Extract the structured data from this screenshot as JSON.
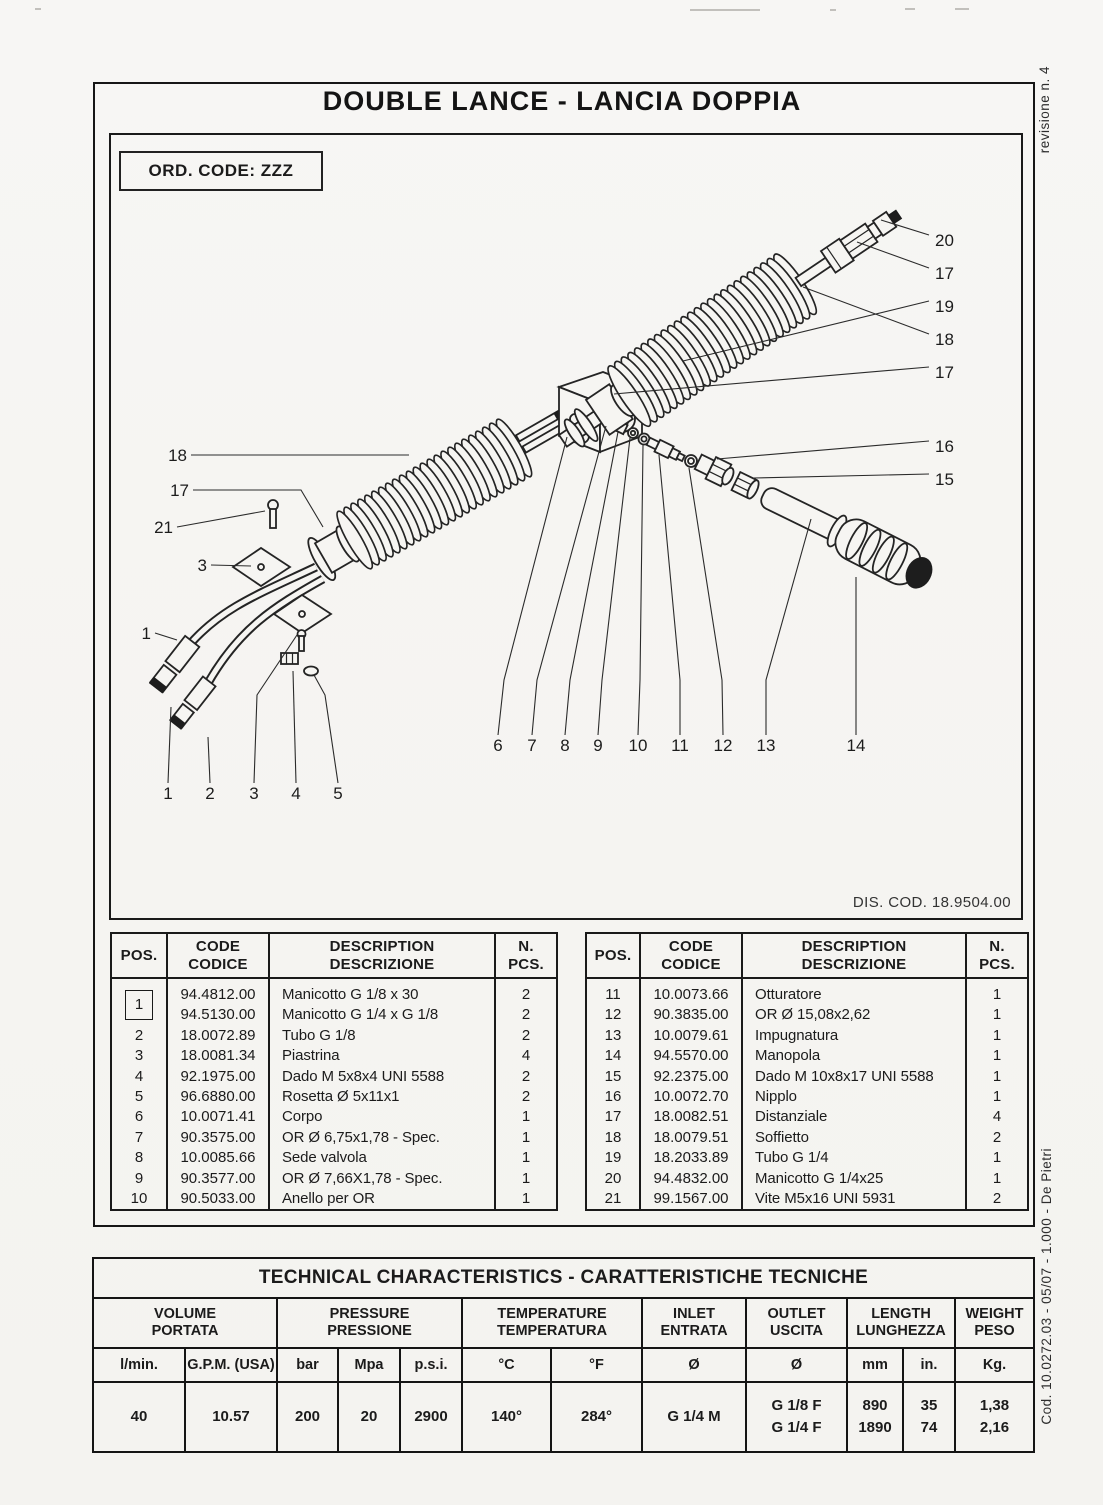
{
  "header": {
    "title": "DOUBLE LANCE - LANCIA DOPPIA"
  },
  "diagram": {
    "ord_code_label": "ORD. CODE: ZZZ",
    "dis_cod_label": "DIS. COD. 18.9504.00",
    "callouts": {
      "right": [
        "20",
        "17",
        "19",
        "18",
        "17",
        "16",
        "15"
      ],
      "left": [
        "18",
        "17",
        "21",
        "3",
        "1"
      ],
      "bottom_row1": [
        "6",
        "7",
        "8",
        "9",
        "10",
        "11",
        "12",
        "13",
        "14"
      ],
      "bottom_row2": [
        "1",
        "2",
        "3",
        "4",
        "5"
      ]
    }
  },
  "margin_notes": {
    "revision": "revisione n. 4",
    "print_code": "Cod. 10.0272.03 - 05/07 - 1.000 - De Pietri"
  },
  "parts_table": {
    "headers": {
      "pos": "POS.",
      "code1": "CODE",
      "code2": "CODICE",
      "desc1": "DESCRIPTION",
      "desc2": "DESCRIZIONE",
      "pcs1": "N.",
      "pcs2": "PCS."
    },
    "left_rows": [
      {
        "pos": "1",
        "code": "94.4812.00",
        "desc": "Manicotto G 1/8 x 30",
        "pcs": "2"
      },
      {
        "pos": "",
        "code": "94.5130.00",
        "desc": "Manicotto G 1/4 x G 1/8",
        "pcs": "2"
      },
      {
        "pos": "2",
        "code": "18.0072.89",
        "desc": "Tubo G 1/8",
        "pcs": "2"
      },
      {
        "pos": "3",
        "code": "18.0081.34",
        "desc": "Piastrina",
        "pcs": "4"
      },
      {
        "pos": "4",
        "code": "92.1975.00",
        "desc": "Dado M 5x8x4 UNI 5588",
        "pcs": "2"
      },
      {
        "pos": "5",
        "code": "96.6880.00",
        "desc": "Rosetta Ø 5x11x1",
        "pcs": "2"
      },
      {
        "pos": "6",
        "code": "10.0071.41",
        "desc": "Corpo",
        "pcs": "1"
      },
      {
        "pos": "7",
        "code": "90.3575.00",
        "desc": "OR Ø 6,75x1,78 - Spec.",
        "pcs": "1"
      },
      {
        "pos": "8",
        "code": "10.0085.66",
        "desc": "Sede valvola",
        "pcs": "1"
      },
      {
        "pos": "9",
        "code": "90.3577.00",
        "desc": "OR Ø 7,66X1,78 - Spec.",
        "pcs": "1"
      },
      {
        "pos": "10",
        "code": "90.5033.00",
        "desc": "Anello per OR",
        "pcs": "1"
      }
    ],
    "right_rows": [
      {
        "pos": "11",
        "code": "10.0073.66",
        "desc": "Otturatore",
        "pcs": "1"
      },
      {
        "pos": "12",
        "code": "90.3835.00",
        "desc": "OR Ø 15,08x2,62",
        "pcs": "1"
      },
      {
        "pos": "13",
        "code": "10.0079.61",
        "desc": "Impugnatura",
        "pcs": "1"
      },
      {
        "pos": "14",
        "code": "94.5570.00",
        "desc": "Manopola",
        "pcs": "1"
      },
      {
        "pos": "15",
        "code": "92.2375.00",
        "desc": "Dado M 10x8x17 UNI 5588",
        "pcs": "1"
      },
      {
        "pos": "16",
        "code": "10.0072.70",
        "desc": "Nipplo",
        "pcs": "1"
      },
      {
        "pos": "17",
        "code": "18.0082.51",
        "desc": "Distanziale",
        "pcs": "4"
      },
      {
        "pos": "18",
        "code": "18.0079.51",
        "desc": "Soffietto",
        "pcs": "2"
      },
      {
        "pos": "19",
        "code": "18.2033.89",
        "desc": "Tubo G 1/4",
        "pcs": "1"
      },
      {
        "pos": "20",
        "code": "94.4832.00",
        "desc": "Manicotto G 1/4x25",
        "pcs": "1"
      },
      {
        "pos": "21",
        "code": "99.1567.00",
        "desc": "Vite M5x16 UNI 5931",
        "pcs": "2"
      }
    ]
  },
  "tech_table": {
    "title": "TECHNICAL CHARACTERISTICS - CARATTERISTICHE TECNICHE",
    "groups": [
      {
        "en": "VOLUME",
        "it": "PORTATA"
      },
      {
        "en": "PRESSURE",
        "it": "PRESSIONE"
      },
      {
        "en": "TEMPERATURE",
        "it": "TEMPERATURA"
      },
      {
        "en": "INLET",
        "it": "ENTRATA"
      },
      {
        "en": "OUTLET",
        "it": "USCITA"
      },
      {
        "en": "LENGTH",
        "it": "LUNGHEZZA"
      },
      {
        "en": "WEIGHT",
        "it": "PESO"
      }
    ],
    "units": [
      "l/min.",
      "G.P.M. (USA)",
      "bar",
      "Mpa",
      "p.s.i.",
      "°C",
      "°F",
      "Ø",
      "Ø",
      "mm",
      "in.",
      "Kg."
    ],
    "values": [
      {
        "v1": "40"
      },
      {
        "v1": "10.57"
      },
      {
        "v1": "200"
      },
      {
        "v1": "20"
      },
      {
        "v1": "2900"
      },
      {
        "v1": "140°"
      },
      {
        "v1": "284°"
      },
      {
        "v1": "G 1/4 M"
      },
      {
        "v1": "G 1/8 F",
        "v2": "G 1/4 F"
      },
      {
        "v1": "890",
        "v2": "1890"
      },
      {
        "v1": "35",
        "v2": "74"
      },
      {
        "v1": "1,38",
        "v2": "2,16"
      }
    ]
  }
}
